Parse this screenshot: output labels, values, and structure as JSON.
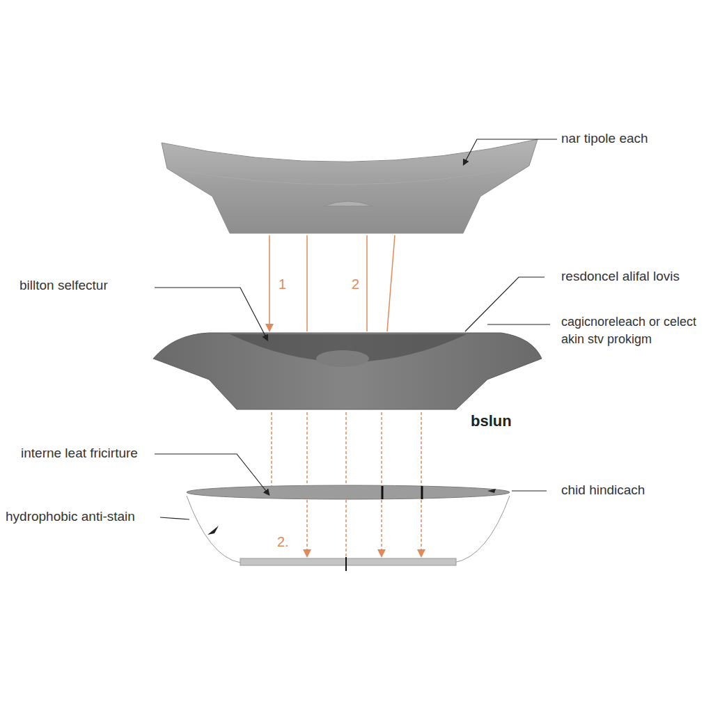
{
  "diagram": {
    "labels": [
      "nar tipole each",
      "1",
      "2",
      "billton selfectur",
      "resdoncel alifal lovis",
      "cagicnoreleach or celect akin stv prokigm",
      "bslun",
      "interne leat fricirture",
      "chid hindicach",
      "hydrophobic anti-stain",
      "2."
    ]
  }
}
